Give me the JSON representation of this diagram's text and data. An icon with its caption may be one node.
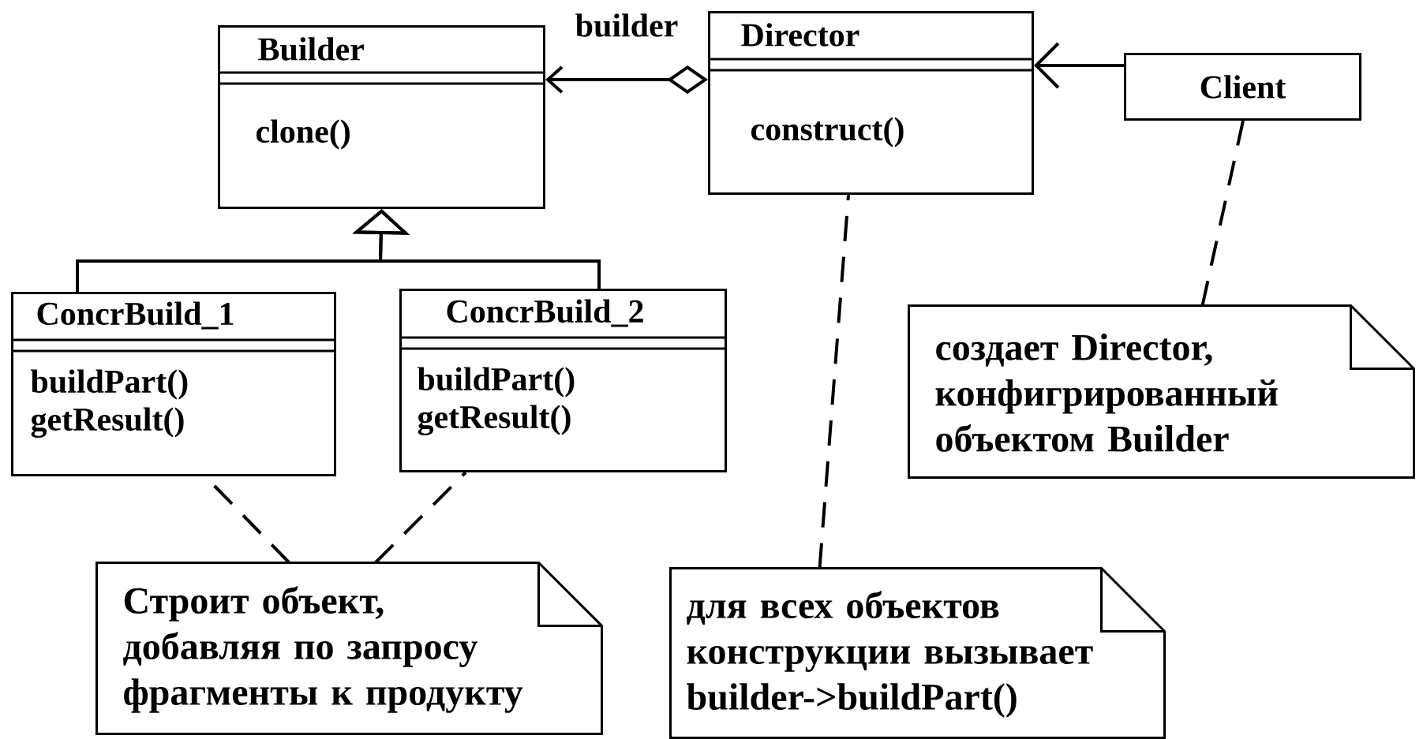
{
  "diagram": {
    "nodes": [
      {
        "text": [
          "Builder",
          "clone()"
        ]
      },
      {
        "text": [
          "Director",
          "construct()"
        ]
      },
      {
        "text": [
          "Client"
        ]
      },
      {
        "text": [
          "ConcrBuild_1",
          "buildPart()",
          "getResult()"
        ]
      },
      {
        "text": [
          "ConcrBuild_2",
          "buildPart()",
          "getResult()"
        ]
      },
      {
        "text": [
          "создает Director, конфигрированный объектом Builder"
        ]
      },
      {
        "text": [
          "Строит объект, добавляя по запросу фрагменты к продукту"
        ]
      },
      {
        "text": [
          "для всех объектов конструкции вызывает builder->buildPart()"
        ]
      }
    ],
    "edges": [
      {
        "from": 1,
        "to": 0,
        "arrow": "to",
        "label": "builder"
      },
      {
        "from": 2,
        "to": 1,
        "arrow": "to"
      },
      {
        "from": 3,
        "to": 0,
        "arrow": "to"
      },
      {
        "from": 4,
        "to": 0,
        "arrow": "to"
      },
      {
        "from": 6,
        "to": 3,
        "arrow": "none",
        "style": "dashed"
      },
      {
        "from": 6,
        "to": 4,
        "arrow": "none",
        "style": "dashed"
      },
      {
        "from": 7,
        "to": 1,
        "arrow": "none",
        "style": "dashed"
      },
      {
        "from": 5,
        "to": 2,
        "arrow": "none",
        "style": "dashed"
      }
    ]
  }
}
